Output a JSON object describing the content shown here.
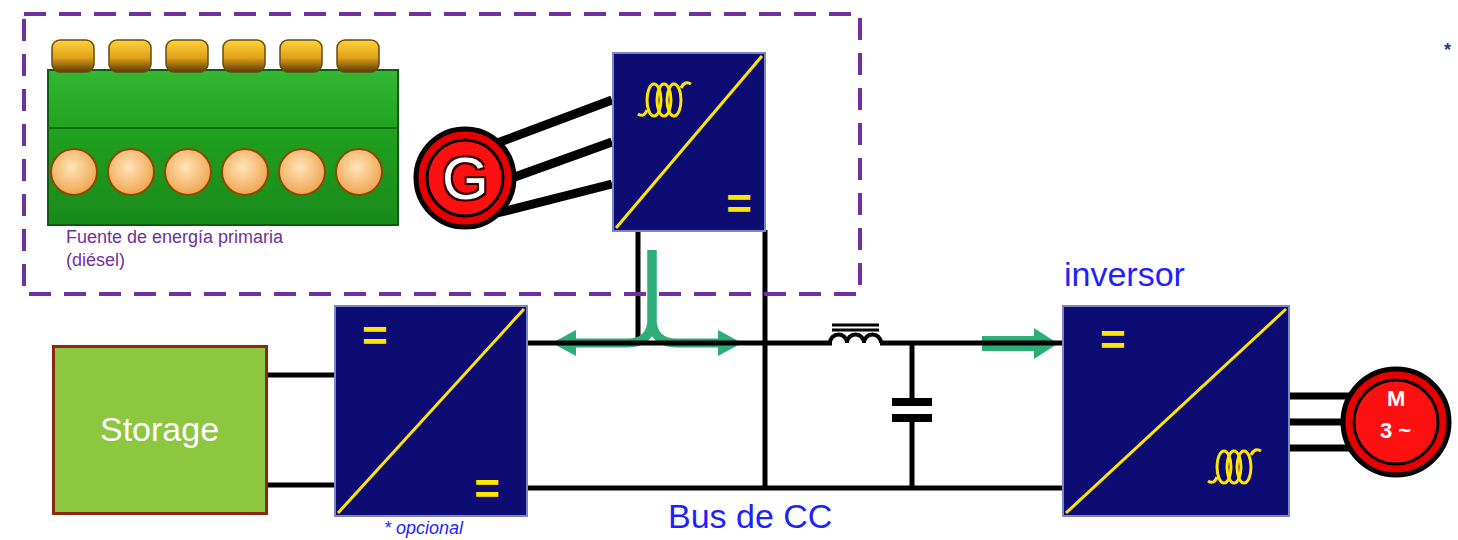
{
  "diagram": {
    "nodes": [
      {
        "text": [
          "Fuente de energía primaria (diésel)"
        ]
      },
      {
        "text": [
          "G"
        ],
        "in": 0
      },
      {
        "text": [
          "="
        ],
        "in": 0
      },
      {
        "text": [
          "Storage"
        ]
      },
      {
        "text": [
          "=",
          "="
        ]
      },
      {
        "text": [
          "inversor",
          "="
        ]
      },
      {
        "text": [
          "M",
          "3 ~"
        ]
      }
    ],
    "edges": [
      {
        "from": 1,
        "to": 2,
        "arrow": "none"
      },
      {
        "from": 3,
        "to": 4,
        "arrow": "none"
      },
      {
        "from": 2,
        "to": 4,
        "arrow": "to"
      },
      {
        "from": 2,
        "to": 5,
        "arrow": "to"
      },
      {
        "from": 4,
        "to": 5,
        "arrow": "none"
      },
      {
        "from": 5,
        "to": 6,
        "arrow": "none"
      }
    ],
    "labels": [
      "* opcional",
      "Bus de CC",
      "*"
    ]
  }
}
